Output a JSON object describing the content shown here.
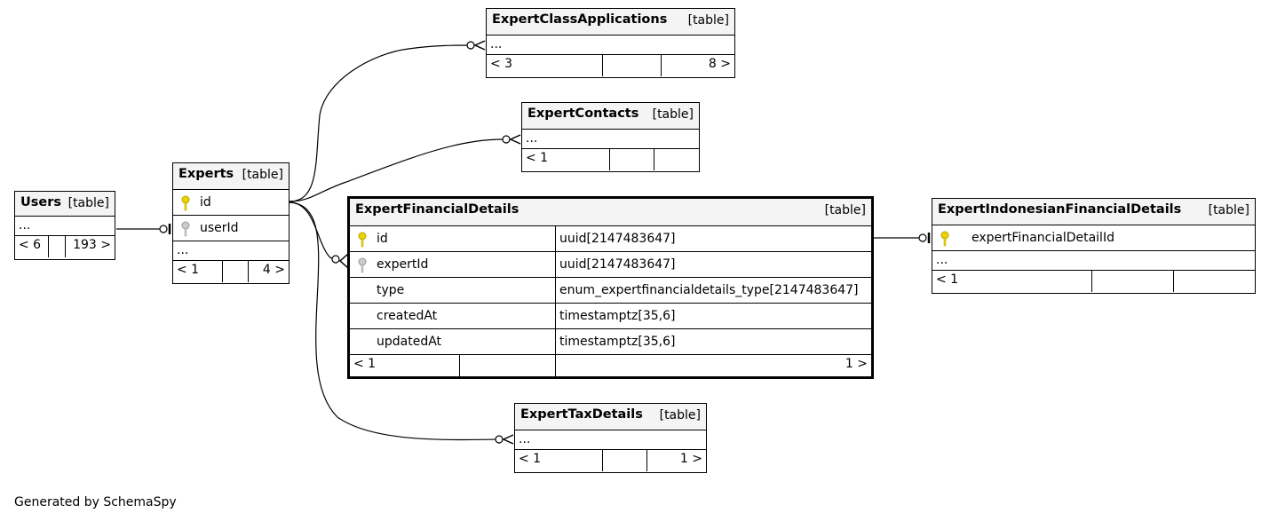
{
  "generated_by": "Generated by SchemaSpy",
  "kind_label": "[table]",
  "more_label": "...",
  "tables": {
    "users": {
      "name": "Users",
      "parents": "< 6",
      "children": "193 >"
    },
    "experts": {
      "name": "Experts",
      "columns": [
        "id",
        "userId"
      ],
      "parents": "< 1",
      "children": "4 >"
    },
    "expert_class_applications": {
      "name": "ExpertClassApplications",
      "parents": "< 3",
      "children": "8 >"
    },
    "expert_contacts": {
      "name": "ExpertContacts",
      "parents": "< 1",
      "children": ""
    },
    "expert_financial_details": {
      "name": "ExpertFinancialDetails",
      "columns": [
        {
          "name": "id",
          "type": "uuid[2147483647]"
        },
        {
          "name": "expertId",
          "type": "uuid[2147483647]"
        },
        {
          "name": "type",
          "type": "enum_expertfinancialdetails_type[2147483647]"
        },
        {
          "name": "createdAt",
          "type": "timestamptz[35,6]"
        },
        {
          "name": "updatedAt",
          "type": "timestamptz[35,6]"
        }
      ],
      "parents": "< 1",
      "children": "1 >"
    },
    "expert_indonesian_financial_details": {
      "name": "ExpertIndonesianFinancialDetails",
      "columns": [
        "expertFinancialDetailId"
      ],
      "parents": "< 1",
      "children": ""
    },
    "expert_tax_details": {
      "name": "ExpertTaxDetails",
      "parents": "< 1",
      "children": "1 >"
    }
  },
  "colors": {
    "primary_key": "#e8d400",
    "foreign_key": "#bbbbbb",
    "header_bg": "#f4f4f4"
  }
}
